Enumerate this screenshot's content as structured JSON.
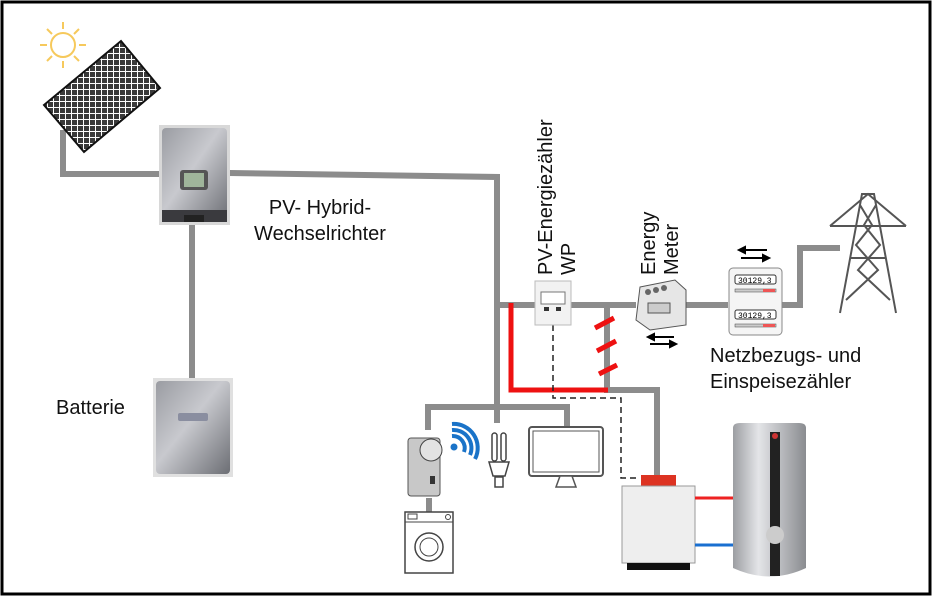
{
  "labels": {
    "inverter_line1": "PV- Hybrid-",
    "inverter_line2": "Wechselrichter",
    "battery": "Batterie",
    "pv_meter_line1": "PV-Energiezähler",
    "pv_meter_line2": "WP",
    "energy_meter_line1": "Energy",
    "energy_meter_line2": "Meter",
    "grid_meter_line1": "Netzbezugs- und",
    "grid_meter_line2": "Einspeisezähler",
    "meter_reading": "30129,3"
  },
  "colors": {
    "wire": "#8c8c8c",
    "heatpump_line": "#ee1111",
    "sun": "#f6c95c",
    "wifi": "#1a73c8",
    "flow_hot": "#ee2222",
    "flow_cold": "#1a6fd0"
  },
  "icons": [
    "sun-icon",
    "solar-panel-icon",
    "inverter-icon",
    "battery-icon",
    "pv-energy-meter-icon",
    "energy-meter-icon",
    "grid-meter-icon",
    "power-pylon-icon",
    "smart-plug-icon",
    "wifi-icon",
    "light-bulb-icon",
    "monitor-icon",
    "washing-machine-icon",
    "heat-pump-icon",
    "hot-water-tank-icon"
  ]
}
